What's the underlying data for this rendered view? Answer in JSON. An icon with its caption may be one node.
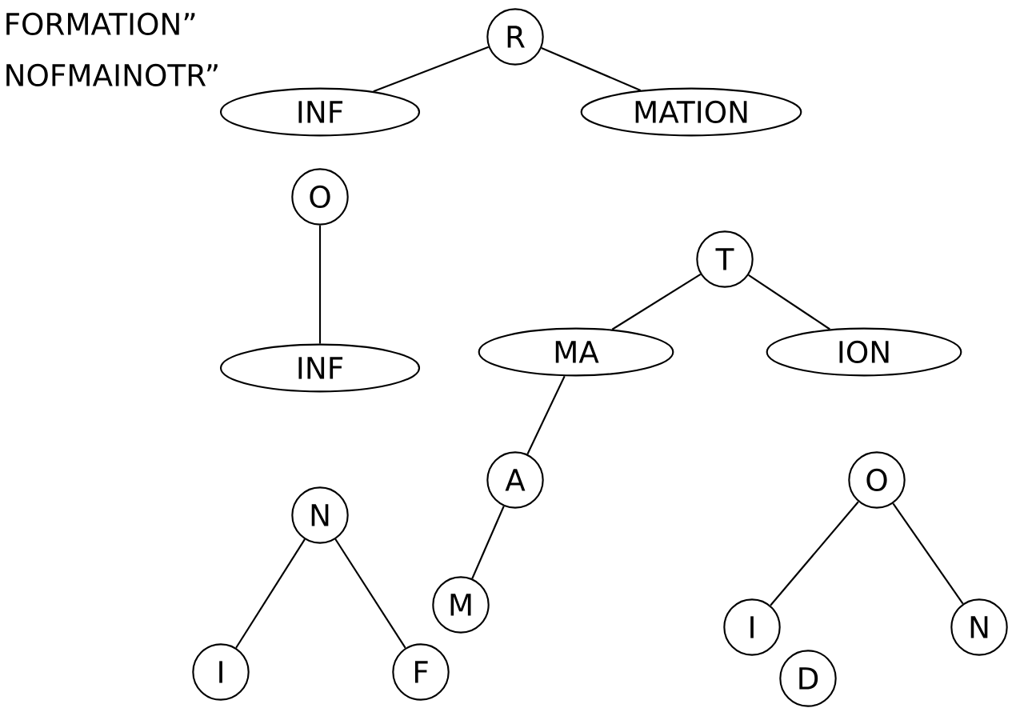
{
  "diagram": {
    "nodes": [
      {
        "text": [
          "R"
        ]
      },
      {
        "text": [
          "INF"
        ]
      },
      {
        "text": [
          "MATION"
        ]
      },
      {
        "text": [
          "O"
        ]
      },
      {
        "text": [
          "INF"
        ]
      },
      {
        "text": [
          "T"
        ]
      },
      {
        "text": [
          "MA"
        ]
      },
      {
        "text": [
          "ION"
        ]
      },
      {
        "text": [
          "N"
        ]
      },
      {
        "text": [
          "I"
        ]
      },
      {
        "text": [
          "F"
        ]
      },
      {
        "text": [
          "A"
        ]
      },
      {
        "text": [
          "M"
        ]
      },
      {
        "text": [
          "O"
        ]
      },
      {
        "text": [
          "I"
        ]
      },
      {
        "text": [
          "N"
        ]
      },
      {
        "text": [
          "D"
        ]
      }
    ],
    "edges": [
      {
        "from": 0,
        "to": 1,
        "arrow": "none"
      },
      {
        "from": 0,
        "to": 2,
        "arrow": "none"
      },
      {
        "from": 3,
        "to": 4,
        "arrow": "none"
      },
      {
        "from": 5,
        "to": 6,
        "arrow": "none"
      },
      {
        "from": 5,
        "to": 7,
        "arrow": "none"
      },
      {
        "from": 6,
        "to": 11,
        "arrow": "none"
      },
      {
        "from": 11,
        "to": 12,
        "arrow": "none"
      },
      {
        "from": 8,
        "to": 9,
        "arrow": "none"
      },
      {
        "from": 8,
        "to": 10,
        "arrow": "none"
      },
      {
        "from": 13,
        "to": 14,
        "arrow": "none"
      },
      {
        "from": 13,
        "to": 15,
        "arrow": "none"
      }
    ],
    "labels": [
      "FORMATION”",
      "NOFMAINOTR”"
    ]
  }
}
